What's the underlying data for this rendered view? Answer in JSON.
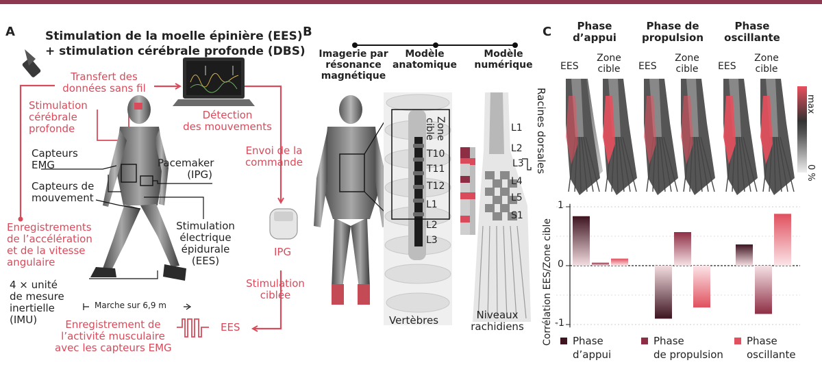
{
  "panelA": {
    "letter": "A",
    "title_line1": "Stimulation de la moelle épinière (EES)",
    "title_line2": "+ stimulation cérébrale profonde (DBS)",
    "wireless_1": "Transfert des",
    "wireless_2": "données sans fil",
    "dbs_1": "Stimulation",
    "dbs_2": "cérébrale",
    "dbs_3": "profonde",
    "detect_1": "Détection",
    "detect_2": "des mouvements",
    "emg_1": "Capteurs",
    "emg_2": "EMG",
    "motion_1": "Capteurs de",
    "motion_2": "mouvement",
    "pacemaker_1": "Pacemaker",
    "pacemaker_2": "(IPG)",
    "send_1": "Envoi de la",
    "send_2": "commande",
    "record_1": "Enregistrements",
    "record_2": "de l’accélération",
    "record_3": "et de la vitesse",
    "record_4": "angulaire",
    "ees_stim_1": "Stimulation",
    "ees_stim_2": "électrique",
    "ees_stim_3": "épidurale",
    "ees_stim_4": "(EES)",
    "ipg": "IPG",
    "imu_1": "4 × unité",
    "imu_2": "de mesure",
    "imu_3": "inertielle",
    "imu_4": "(IMU)",
    "walk": "Marche sur 6,9 m",
    "targeted_1": "Stimulation",
    "targeted_2": "ciblée",
    "muscle_1": "Enregistrement de",
    "muscle_2": "l’activité musculaire",
    "muscle_3": "avec les capteurs EMG",
    "ees": "EES"
  },
  "panelB": {
    "letter": "B",
    "mri_1": "Imagerie par",
    "mri_2": "résonance",
    "mri_3": "magnétique",
    "anat_1": "Modèle",
    "anat_2": "anatomique",
    "num_1": "Modèle",
    "num_2": "numérique",
    "zone_1": "Zone",
    "zone_2": "cible",
    "vertebrae_labels": [
      "T10",
      "T11",
      "T12",
      "L1",
      "L2",
      "L3"
    ],
    "spinal_labels": [
      "L1",
      "L2",
      "L3",
      "L4",
      "L5",
      "S1"
    ],
    "vertebrae": "Vertèbres",
    "levels_1": "Niveaux",
    "levels_2": "rachidiens"
  },
  "panelC": {
    "letter": "C",
    "phases": [
      {
        "l1": "Phase",
        "l2": "d’appui"
      },
      {
        "l1": "Phase de",
        "l2": "propulsion"
      },
      {
        "l1": "Phase",
        "l2": "oscillante"
      }
    ],
    "ees_label": "EES",
    "zone_1": "Zone",
    "zone_2": "cible",
    "roots_label": "Racines dorsales",
    "cbar_max": "max",
    "cbar_min": "0 %",
    "colors": {
      "appui": "#3d1420",
      "propulsion": "#8e2e44",
      "oscillante": "#e0505e"
    }
  },
  "chart_data": {
    "type": "bar",
    "ylabel": "Corrélation EES/Zone cible",
    "ylim": [
      -1,
      1
    ],
    "yticks": [
      "1",
      "0",
      "-1"
    ],
    "groups": [
      "Phase d’appui",
      "Phase de propulsion",
      "Phase oscillante"
    ],
    "series": [
      {
        "name": "Phase d’appui",
        "values": [
          0.84,
          -0.9,
          0.36
        ]
      },
      {
        "name": "Phase de propulsion",
        "values": [
          0.05,
          0.57,
          -0.82
        ]
      },
      {
        "name": "Phase oscillante",
        "values": [
          0.12,
          -0.71,
          0.88
        ]
      }
    ],
    "legend": [
      "Phase d’appui",
      "Phase de propulsion",
      "Phase oscillante"
    ],
    "legend_line2": [
      "d’appui",
      "de propulsion",
      "oscillante"
    ],
    "legend_line1": [
      "Phase",
      "Phase",
      "Phase"
    ]
  }
}
